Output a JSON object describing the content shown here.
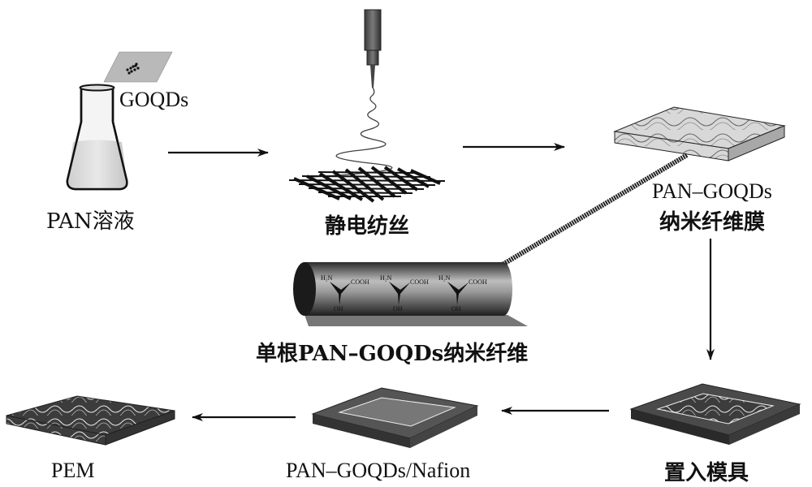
{
  "diagram": {
    "title": "PAN-GOQDs PEM preparation process",
    "steps": [
      {
        "id": "pan-solution",
        "label": "PAN溶液",
        "additive": "GOQDs"
      },
      {
        "id": "electrospinning",
        "label": "静电纺丝"
      },
      {
        "id": "nanofiber-membrane",
        "label_line1": "PAN–GOQDs",
        "label_line2": "纳米纤维膜"
      },
      {
        "id": "single-fiber",
        "label": "单根PAN–GOQDs纳米纤维",
        "functional_group": {
          "top_left": "H₂N",
          "top_right": "COOH",
          "bottom": "OH"
        },
        "group_count": 3
      },
      {
        "id": "place-in-mold",
        "label": "置入模具"
      },
      {
        "id": "pan-goqds-nafion",
        "label": "PAN–GOQDs/Nafion"
      },
      {
        "id": "pem",
        "label": "PEM"
      }
    ],
    "arrows": [
      {
        "from": "pan-solution",
        "to": "electrospinning",
        "direction": "right"
      },
      {
        "from": "electrospinning",
        "to": "nanofiber-membrane",
        "direction": "right"
      },
      {
        "from": "nanofiber-membrane",
        "to": "place-in-mold",
        "direction": "down"
      },
      {
        "from": "place-in-mold",
        "to": "pan-goqds-nafion",
        "direction": "left"
      },
      {
        "from": "pan-goqds-nafion",
        "to": "pem",
        "direction": "left"
      }
    ]
  }
}
